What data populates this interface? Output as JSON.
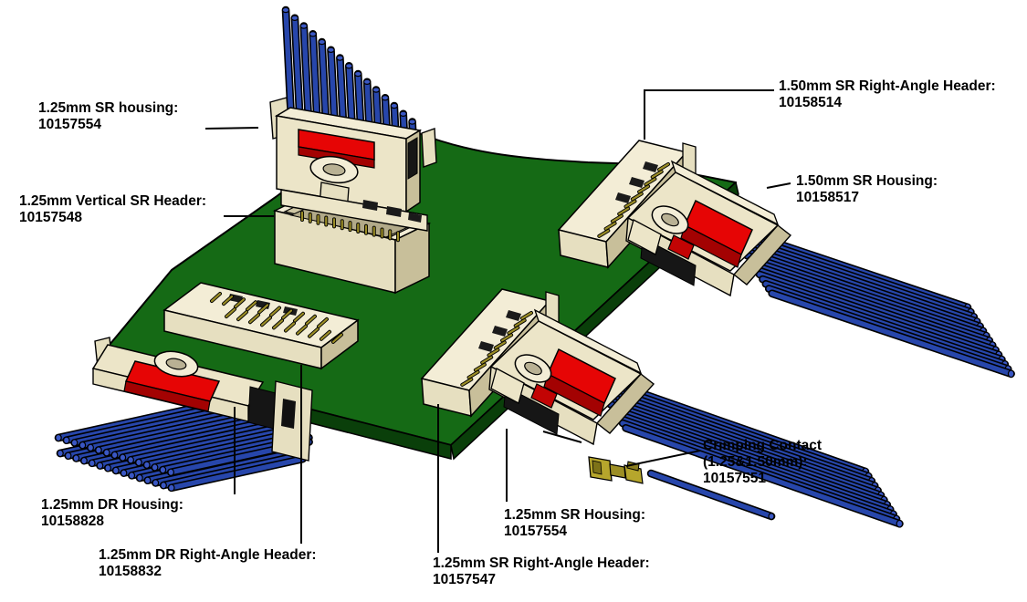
{
  "figure": {
    "colors": {
      "board_green": "#156a15",
      "board_edge_green": "#0a3f0a",
      "housing_beige": "#f3edd6",
      "latch_red": "#e60505",
      "wire_blue": "#2746ab",
      "contact_gold": "#b6a62c"
    }
  },
  "labels": [
    {
      "id": "sr-housing-top",
      "lines": [
        "1.25mm SR housing:",
        "10157554"
      ]
    },
    {
      "id": "vertical-sr-header",
      "lines": [
        "1.25mm Vertical SR Header:",
        "10157548"
      ]
    },
    {
      "id": "sr-ra-header-150",
      "lines": [
        "1.50mm SR Right-Angle Header:",
        "10158514"
      ]
    },
    {
      "id": "sr-housing-150",
      "lines": [
        "1.50mm SR Housing:",
        "10158517"
      ]
    },
    {
      "id": "dr-housing",
      "lines": [
        "1.25mm DR Housing:",
        "10158828"
      ]
    },
    {
      "id": "dr-ra-header",
      "lines": [
        "1.25mm DR Right-Angle Header:",
        "10158832"
      ]
    },
    {
      "id": "sr-housing-125",
      "lines": [
        "1.25mm SR Housing:",
        "10157554"
      ]
    },
    {
      "id": "sr-ra-header-125",
      "lines": [
        "1.25mm SR Right-Angle Header:",
        "10157547"
      ]
    },
    {
      "id": "crimping-contact",
      "lines": [
        "Crimping Contact",
        "(1.25&1.50mm):",
        "10157551"
      ]
    }
  ]
}
